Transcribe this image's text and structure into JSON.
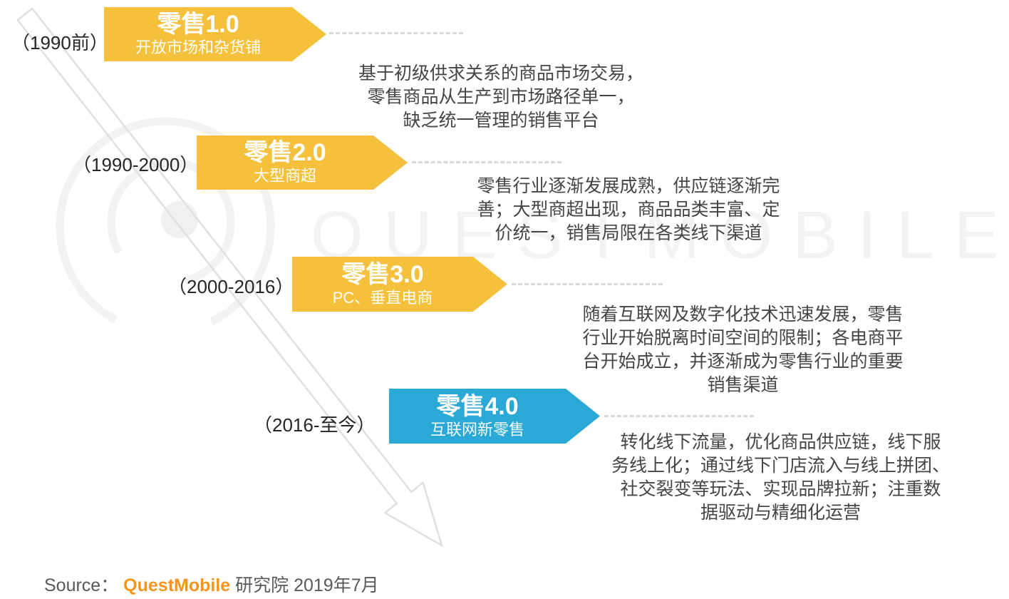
{
  "watermark": "QUESTMOBILE",
  "colors": {
    "stage_yellow": "#F5C13D",
    "stage_blue": "#2AA9D6",
    "brand_orange": "#F7941D",
    "description_text": "#454545",
    "era_text": "#262626",
    "watermark_gray": "#f3f3f3",
    "arrow_gray": "#e0e0e0",
    "dash_gray": "#d9d9d9"
  },
  "stages": [
    {
      "era": "（1990前）",
      "title": "零售1.0",
      "subtitle": "开放市场和杂货铺",
      "color": "#F5C13D",
      "description": [
        "基于初级供求关系的商品市场交易，",
        "零售商品从生产到市场路径单一，",
        "缺乏统一管理的销售平台"
      ]
    },
    {
      "era": "（1990-2000）",
      "title": "零售2.0",
      "subtitle": "大型商超",
      "color": "#F5C13D",
      "description": [
        "零售行业逐渐发展成熟，供应链逐渐完",
        "善；大型商超出现，商品品类丰富、定",
        "价统一，销售局限在各类线下渠道"
      ]
    },
    {
      "era": "（2000-2016）",
      "title": "零售3.0",
      "subtitle": "PC、垂直电商",
      "color": "#F5C13D",
      "description": [
        "随着互联网及数字化技术迅速发展，零售",
        "行业开始脱离时间空间的限制；各电商平",
        "台开始成立，并逐渐成为零售行业的重要",
        "销售渠道"
      ]
    },
    {
      "era": "（2016-至今）",
      "title": "零售4.0",
      "subtitle": "互联网新零售",
      "color": "#2AA9D6",
      "description": [
        "转化线下流量，优化商品供应链，线下服",
        "务线上化；通过线下门店流入与线上拼团、",
        "社交裂变等玩法、实现品牌拉新；注重数",
        "据驱动与精细化运营"
      ]
    }
  ],
  "footer": {
    "source_label": "Source：",
    "brand": "QuestMobile",
    "suffix": "研究院 2019年7月"
  }
}
